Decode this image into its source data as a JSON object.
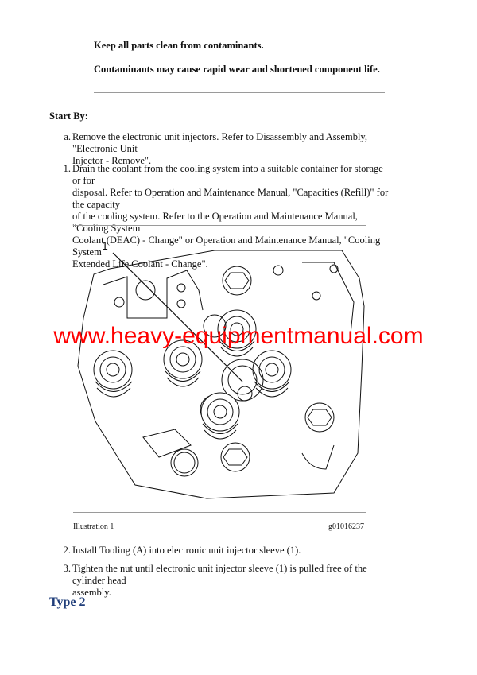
{
  "warnings": [
    "Keep all parts clean from contaminants.",
    "Contaminants may cause rapid wear and shortened component life."
  ],
  "start_by": {
    "heading": "Start By:",
    "items": [
      {
        "marker": "a.",
        "lines": [
          "Remove the electronic unit injectors. Refer to Disassembly and Assembly, \"Electronic Unit",
          "Injector - Remove\"."
        ]
      }
    ]
  },
  "steps": [
    {
      "marker": "1.",
      "lines": [
        "Drain the coolant from the cooling system into a suitable container for storage or for",
        "disposal. Refer to Operation and Maintenance Manual, \"Capacities (Refill)\" for the capacity",
        "of the cooling system. Refer to the Operation and Maintenance Manual, \"Cooling System",
        "Coolant (DEAC) - Change\" or Operation and Maintenance Manual, \"Cooling System",
        "Extended Life Coolant - Change\"."
      ]
    },
    {
      "marker": "2.",
      "lines": [
        "Install Tooling (A) into electronic unit injector sleeve (1)."
      ]
    },
    {
      "marker": "3.",
      "lines": [
        "Tighten the nut until electronic unit injector sleeve (1) is pulled free of the cylinder head",
        "assembly."
      ]
    }
  ],
  "illustration": {
    "callout": "1",
    "label": "Illustration 1",
    "id": "g01016237",
    "subject": "cylinder head with electronic unit injector sleeves"
  },
  "watermark": "www.heavy-equipmentmanual.com",
  "section_heading": "Type 2",
  "colors": {
    "watermark": "#ff0000",
    "heading": "#1f3d7a",
    "rule": "#9a9a9a"
  }
}
